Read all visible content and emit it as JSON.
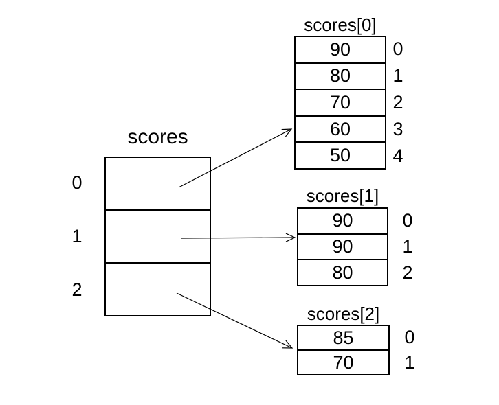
{
  "colors": {
    "background": "#ffffff",
    "line": "#000000",
    "text": "#000000"
  },
  "main_array": {
    "title": "scores",
    "indices": [
      "0",
      "1",
      "2"
    ]
  },
  "sub_arrays": [
    {
      "title": "scores[0]",
      "values": [
        "90",
        "80",
        "70",
        "60",
        "50"
      ],
      "indices": [
        "0",
        "1",
        "2",
        "3",
        "4"
      ]
    },
    {
      "title": "scores[1]",
      "values": [
        "90",
        "90",
        "80"
      ],
      "indices": [
        "0",
        "1",
        "2"
      ]
    },
    {
      "title": "scores[2]",
      "values": [
        "85",
        "70"
      ],
      "indices": [
        "0",
        "1"
      ]
    }
  ]
}
